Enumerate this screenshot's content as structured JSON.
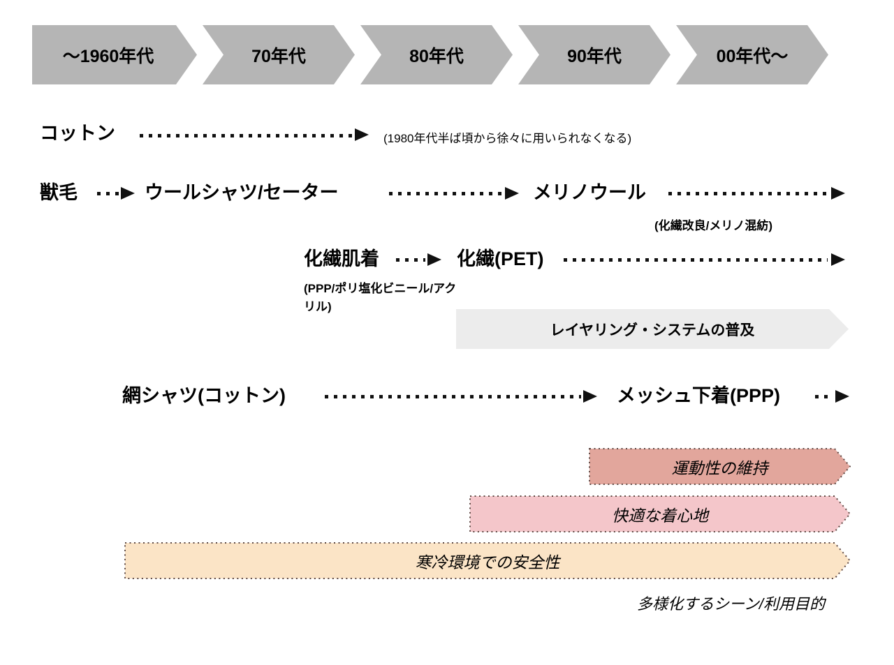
{
  "timeline": {
    "segments": [
      {
        "label": "～1960年代"
      },
      {
        "label": "70年代"
      },
      {
        "label": "80年代"
      },
      {
        "label": "90年代"
      },
      {
        "label": "00年代～"
      }
    ]
  },
  "rows": {
    "cotton": {
      "label": "コットン",
      "note": "(1980年代半ば頃から徐々に用いられなくなる)"
    },
    "wool": {
      "label": "獣毛",
      "stage1": "ウールシャツ/セーター",
      "stage2": "メリノウール",
      "note": "(化繊改良/メリノ混紡)"
    },
    "synthetic": {
      "label": "化繊肌着",
      "note": "(PPP/ポリ塩化ビニール/アクリル)",
      "stage1": "化繊(PET)"
    },
    "mesh": {
      "label": "網シャツ(コットン)",
      "stage1": "メッシュ下着(PPP)"
    }
  },
  "banners": {
    "layering": {
      "label": "レイヤリング・システムの普及",
      "fill": "#ececec"
    },
    "mobility": {
      "label": "運動性の維持",
      "fill": "#e2a69c",
      "stroke": "#5c4742"
    },
    "comfort": {
      "label": "快適な着心地",
      "fill": "#f4c6ca",
      "stroke": "#5c4742"
    },
    "safety": {
      "label": "寒冷環境での安全性",
      "fill": "#fbe4c6",
      "stroke": "#5c4742"
    }
  },
  "footer": {
    "caption": "多様化するシーン/利用目的"
  },
  "colors": {
    "timeline_fill": "#b5b5b5",
    "dot_line": "#111111"
  }
}
